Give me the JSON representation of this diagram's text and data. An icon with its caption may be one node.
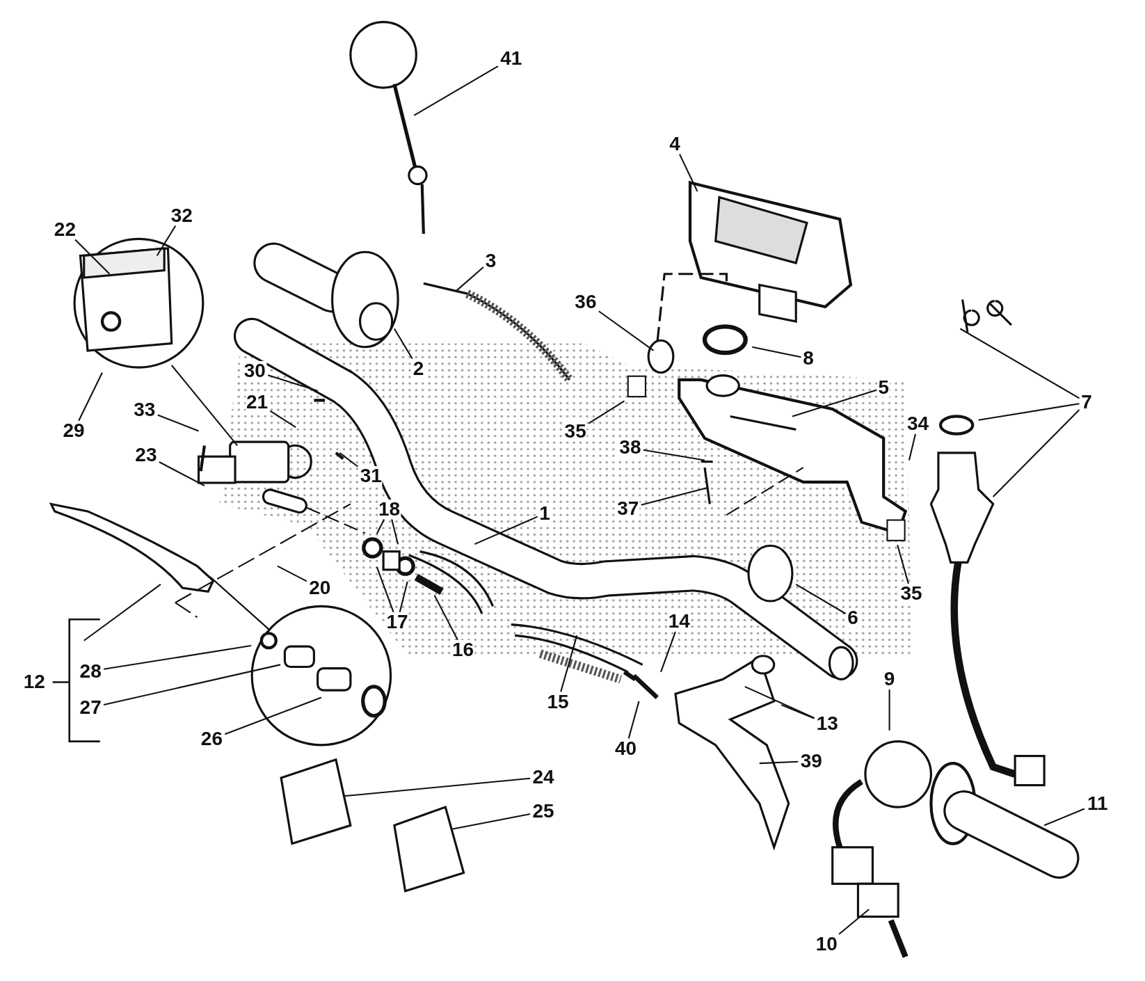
{
  "diagram": {
    "nodes": [
      {
        "text": [
          "41"
        ]
      },
      {
        "text": [
          "4"
        ]
      },
      {
        "text": [
          "22"
        ]
      },
      {
        "text": [
          "32"
        ]
      },
      {
        "text": [
          "3"
        ]
      },
      {
        "text": [
          "36"
        ]
      },
      {
        "text": [
          "8"
        ]
      },
      {
        "text": [
          "2"
        ]
      },
      {
        "text": [
          "30"
        ]
      },
      {
        "text": [
          "5"
        ]
      },
      {
        "text": [
          "7"
        ]
      },
      {
        "text": [
          "35"
        ]
      },
      {
        "text": [
          "21"
        ]
      },
      {
        "text": [
          "33"
        ]
      },
      {
        "text": [
          "34"
        ]
      },
      {
        "text": [
          "29"
        ]
      },
      {
        "text": [
          "38"
        ]
      },
      {
        "text": [
          "31"
        ]
      },
      {
        "text": [
          "23"
        ]
      },
      {
        "text": [
          "37"
        ]
      },
      {
        "text": [
          "1"
        ]
      },
      {
        "text": [
          "18"
        ]
      },
      {
        "text": [
          "20"
        ]
      },
      {
        "text": [
          "35"
        ]
      },
      {
        "text": [
          "6"
        ]
      },
      {
        "text": [
          "17"
        ]
      },
      {
        "text": [
          "14"
        ]
      },
      {
        "text": [
          "16"
        ]
      },
      {
        "text": [
          "28"
        ]
      },
      {
        "text": [
          "9"
        ]
      },
      {
        "text": [
          "15"
        ]
      },
      {
        "text": [
          "27"
        ]
      },
      {
        "text": [
          "13"
        ]
      },
      {
        "text": [
          "26"
        ]
      },
      {
        "text": [
          "40"
        ]
      },
      {
        "text": [
          "39"
        ]
      },
      {
        "text": [
          "24"
        ]
      },
      {
        "text": [
          "11"
        ]
      },
      {
        "text": [
          "25"
        ]
      },
      {
        "text": [
          "10"
        ]
      },
      {
        "text": [
          "12"
        ]
      }
    ],
    "edges": [
      {
        "from": 0,
        "to": null,
        "arrow": "none"
      },
      {
        "from": 1,
        "to": null,
        "arrow": "none"
      },
      {
        "from": 2,
        "to": null,
        "arrow": "none"
      },
      {
        "from": 3,
        "to": null,
        "arrow": "none"
      },
      {
        "from": 4,
        "to": null,
        "arrow": "none"
      },
      {
        "from": 5,
        "to": null,
        "arrow": "none"
      },
      {
        "from": 6,
        "to": null,
        "arrow": "none"
      },
      {
        "from": 7,
        "to": null,
        "arrow": "none"
      },
      {
        "from": 8,
        "to": null,
        "arrow": "none"
      },
      {
        "from": 9,
        "to": null,
        "arrow": "none"
      },
      {
        "from": 10,
        "to": null,
        "arrow": "none"
      },
      {
        "from": 10,
        "to": null,
        "arrow": "none"
      },
      {
        "from": 10,
        "to": null,
        "arrow": "none"
      },
      {
        "from": 11,
        "to": null,
        "arrow": "none"
      },
      {
        "from": 12,
        "to": null,
        "arrow": "none"
      },
      {
        "from": 13,
        "to": null,
        "arrow": "none"
      },
      {
        "from": 14,
        "to": null,
        "arrow": "none"
      },
      {
        "from": 15,
        "to": null,
        "arrow": "none"
      },
      {
        "from": 16,
        "to": null,
        "arrow": "none"
      },
      {
        "from": 17,
        "to": null,
        "arrow": "none"
      },
      {
        "from": 18,
        "to": null,
        "arrow": "none"
      },
      {
        "from": 19,
        "to": null,
        "arrow": "none"
      },
      {
        "from": 20,
        "to": null,
        "arrow": "none"
      },
      {
        "from": 21,
        "to": null,
        "arrow": "none"
      },
      {
        "from": 21,
        "to": null,
        "arrow": "none"
      },
      {
        "from": 22,
        "to": null,
        "arrow": "none"
      },
      {
        "from": 23,
        "to": null,
        "arrow": "none"
      },
      {
        "from": 24,
        "to": null,
        "arrow": "none"
      },
      {
        "from": 25,
        "to": null,
        "arrow": "none"
      },
      {
        "from": 25,
        "to": null,
        "arrow": "none"
      },
      {
        "from": 26,
        "to": null,
        "arrow": "none"
      },
      {
        "from": 27,
        "to": null,
        "arrow": "none"
      },
      {
        "from": 28,
        "to": null,
        "arrow": "none"
      },
      {
        "from": 29,
        "to": null,
        "arrow": "none"
      },
      {
        "from": 30,
        "to": null,
        "arrow": "none"
      },
      {
        "from": 31,
        "to": null,
        "arrow": "none"
      },
      {
        "from": 32,
        "to": null,
        "arrow": "none"
      },
      {
        "from": 32,
        "to": null,
        "arrow": "none"
      },
      {
        "from": 33,
        "to": null,
        "arrow": "none"
      },
      {
        "from": 34,
        "to": null,
        "arrow": "none"
      },
      {
        "from": 35,
        "to": null,
        "arrow": "none"
      },
      {
        "from": 36,
        "to": null,
        "arrow": "none"
      },
      {
        "from": 37,
        "to": null,
        "arrow": "none"
      },
      {
        "from": 38,
        "to": null,
        "arrow": "none"
      },
      {
        "from": 39,
        "to": null,
        "arrow": "none"
      }
    ],
    "labels": []
  }
}
